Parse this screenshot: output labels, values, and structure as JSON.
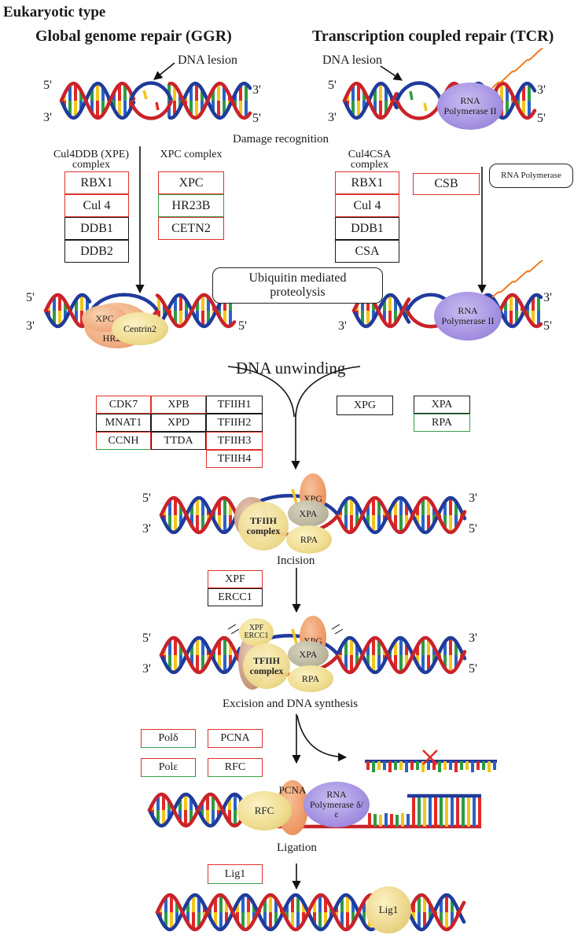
{
  "colors": {
    "strand_blue": "#1f3b9c",
    "strand_red": "#c9222a",
    "base_red": "#e02a26",
    "base_green": "#2e9b43",
    "base_yellow": "#f1c51c",
    "base_blue": "#2a62c5",
    "box_red": "#e0312c",
    "box_green": "#35a04a",
    "box_black": "#1a1a1a",
    "signal_orange": "#f07a1e"
  },
  "page": {
    "title": "Eukaryotic type"
  },
  "ggr": {
    "title": "Global genome repair (GGR)",
    "lesion": "DNA lesion"
  },
  "tcr": {
    "title": "Transcription coupled repair (TCR)",
    "lesion": "DNA lesion",
    "rnap": "RNA Polymerase II"
  },
  "ends": {
    "five": "5'",
    "three": "3'"
  },
  "steps": {
    "damage": "Damage recognition",
    "unwinding": "DNA unwinding",
    "incision": "Incision",
    "excision": "Excision and DNA synthesis",
    "ligation": "Ligation"
  },
  "complexes": {
    "cul4ddb": {
      "title": "Cul4DDB (XPE) complex",
      "items": [
        {
          "label": "RBX1",
          "border": "red"
        },
        {
          "label": "Cul 4",
          "border": "red"
        },
        {
          "label": "DDB1",
          "border": "black"
        },
        {
          "label": "DDB2",
          "border": "black"
        }
      ]
    },
    "xpc": {
      "title": "XPC complex",
      "items": [
        {
          "label": "XPC",
          "border": "red"
        },
        {
          "label": "HR23B",
          "border": "green"
        },
        {
          "label": "CETN2",
          "border": "red"
        }
      ]
    },
    "cul4csa": {
      "title": "Cul4CSA complex",
      "items": [
        {
          "label": "RBX1",
          "border": "red"
        },
        {
          "label": "Cul 4",
          "border": "red"
        },
        {
          "label": "DDB1",
          "border": "black"
        },
        {
          "label": "CSA",
          "border": "black"
        }
      ]
    },
    "csb": "CSB",
    "rna_pol_box": "RNA Polymerase",
    "ubiquitin": "Ubiquitin mediated proteolysis",
    "tfiih": [
      [
        {
          "label": "CDK7",
          "border": "red"
        },
        {
          "label": "XPB",
          "border": "red"
        },
        {
          "label": "TFIIH1",
          "border": "black"
        }
      ],
      [
        {
          "label": "MNAT1",
          "border": "black"
        },
        {
          "label": "XPD",
          "border": "black"
        },
        {
          "label": "TFIIH2",
          "border": "black"
        }
      ],
      [
        {
          "label": "CCNH",
          "border": "redgreen"
        },
        {
          "label": "TTDA",
          "border": "black"
        },
        {
          "label": "TFIIH3",
          "border": "red"
        }
      ],
      [
        {
          "label": "",
          "border": "none"
        },
        {
          "label": "",
          "border": "none"
        },
        {
          "label": "TFIIH4",
          "border": "red"
        }
      ]
    ],
    "xpg": "XPG",
    "xpa_rpa": [
      {
        "label": "XPA",
        "border": "black"
      },
      {
        "label": "RPA",
        "border": "green"
      }
    ],
    "xpf_ercc1": [
      {
        "label": "XPF",
        "border": "red"
      },
      {
        "label": "ERCC1",
        "border": "black"
      }
    ],
    "synthesis": [
      {
        "label": "Polδ",
        "border": "redgreen"
      },
      {
        "label": "PCNA",
        "border": "red"
      },
      {
        "label": "Polε",
        "border": "redgreen"
      },
      {
        "label": "RFC",
        "border": "redgreen"
      }
    ],
    "lig1": "Lig1"
  },
  "proteins": {
    "xpc": "XPC",
    "centrin2": "Centrin2",
    "hr23b": "HR23B",
    "rnap2": "RNA Polymerase II",
    "xpg": "XPG",
    "xpa": "XPA",
    "rpa": "RPA",
    "tfiih_complex": "TFIIH complex",
    "xpf_ercc1": "XPF ERCC1",
    "rfc": "RFC",
    "pcna": "PCNA",
    "rna_pol_de": "RNA Polymerase δ/ε",
    "lig1": "Lig1"
  }
}
